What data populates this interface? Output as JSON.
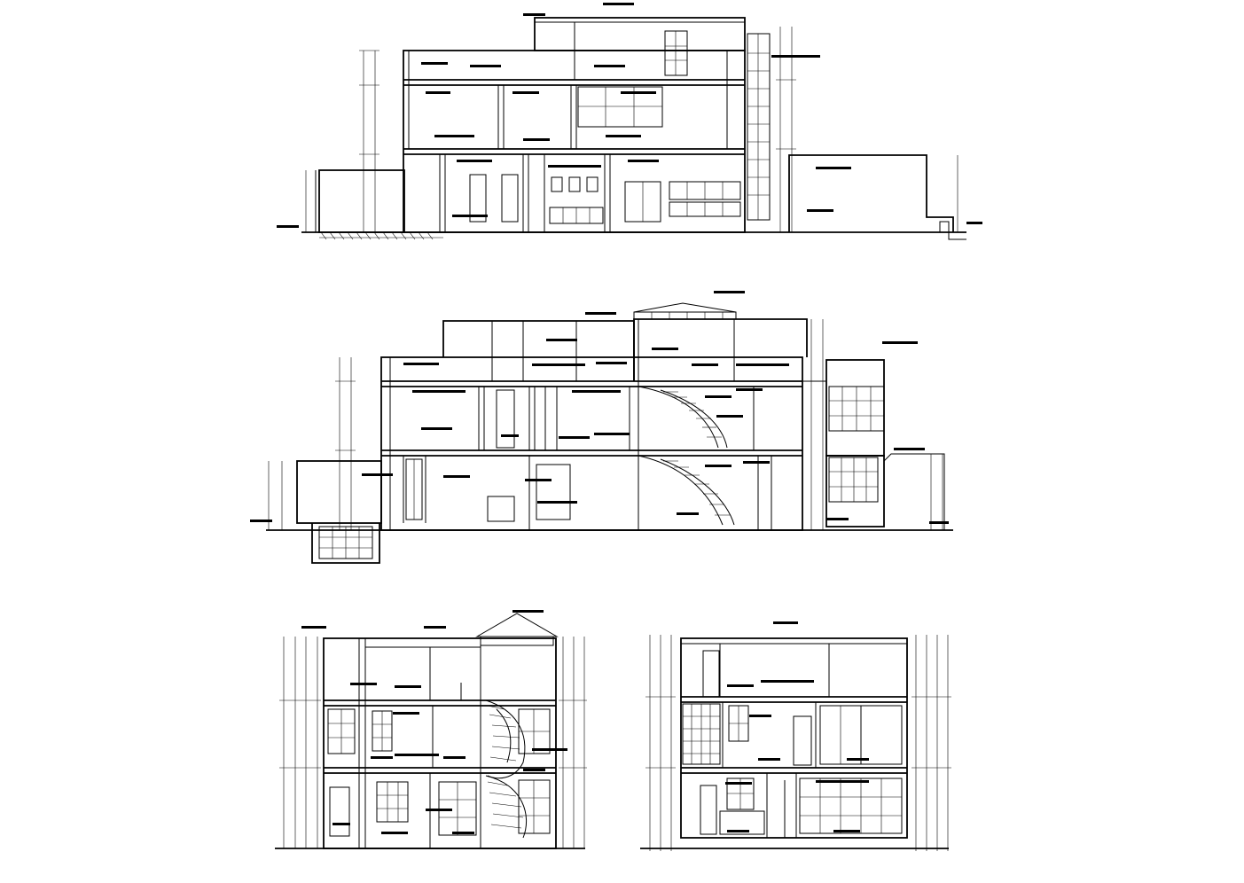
{
  "sheet": {
    "title": "",
    "background": "#ffffff",
    "line_color": "#000000"
  },
  "drawings": [
    {
      "name": "section-1",
      "text": []
    },
    {
      "name": "section-2",
      "text": []
    },
    {
      "name": "section-3",
      "text": []
    },
    {
      "name": "section-4",
      "text": []
    }
  ]
}
